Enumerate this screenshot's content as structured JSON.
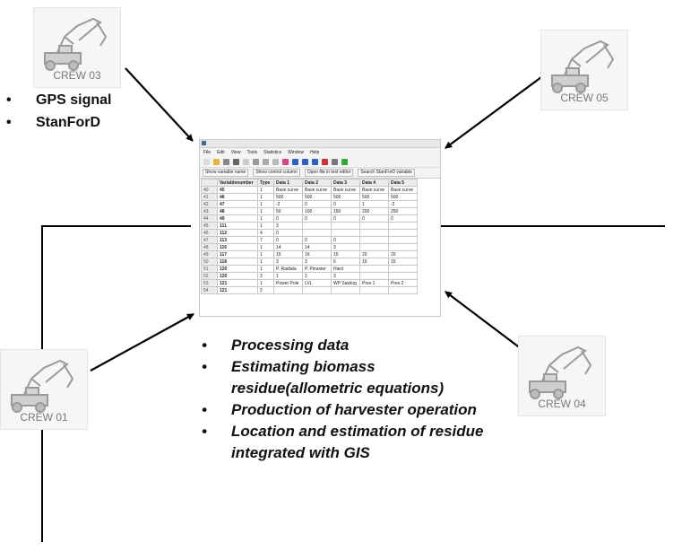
{
  "crews": {
    "crew03": {
      "label": "CREW 03",
      "icon": "harvester-icon"
    },
    "crew05": {
      "label": "CREW 05",
      "icon": "harvester-icon"
    },
    "crew01": {
      "label": "CREW 01",
      "icon": "harvester-icon"
    },
    "crew04": {
      "label": "CREW 04",
      "icon": "harvester-icon"
    }
  },
  "top_list": [
    "GPS signal",
    "StanForD"
  ],
  "bottom_list": [
    "Processing data",
    "Estimating biomass residue(allometric equations)",
    "Production of harvester operation",
    "Location and estimation of residue integrated with GIS"
  ],
  "app": {
    "menu": [
      "File",
      "Edit",
      "View",
      "Tools",
      "Statistics",
      "Window",
      "Help"
    ],
    "buttons": [
      "Show variable name",
      "Show control column",
      "Open file in text editor",
      "Search StanForD variable"
    ],
    "columns": [
      "",
      "Variablenumber",
      "Type",
      "Data 1",
      "Data 2",
      "Data 3",
      "Data 4",
      "Data 5"
    ],
    "rows": [
      [
        "40",
        "45",
        "1",
        "Base curve",
        "Base curve",
        "Base curve",
        "Base curve",
        "Base curve"
      ],
      [
        "41",
        "46",
        "1",
        "500",
        "500",
        "500",
        "500",
        "500"
      ],
      [
        "42",
        "47",
        "1",
        "-2",
        "0",
        "0",
        "1",
        "-2"
      ],
      [
        "43",
        "48",
        "1",
        "50",
        "100",
        "150",
        "200",
        "250"
      ],
      [
        "44",
        "49",
        "1",
        "0",
        "0",
        "0",
        "0",
        "0"
      ],
      [
        "45",
        "111",
        "1",
        "3",
        "",
        "",
        "",
        ""
      ],
      [
        "46",
        "112",
        "4",
        "0",
        "",
        "",
        "",
        ""
      ],
      [
        "47",
        "113",
        "7",
        "0",
        "0",
        "0",
        "",
        ""
      ],
      [
        "48",
        "116",
        "1",
        "14",
        "14",
        "3",
        "",
        ""
      ],
      [
        "49",
        "117",
        "1",
        "15",
        "16",
        "15",
        "20",
        "20"
      ],
      [
        "50",
        "118",
        "1",
        "3",
        "3",
        "6",
        "15",
        "15"
      ],
      [
        "51",
        "120",
        "1",
        "P. Radiata",
        "P. Pinaster",
        "Hard",
        "",
        ""
      ],
      [
        "52",
        "120",
        "3",
        "1",
        "2",
        "3",
        "",
        ""
      ],
      [
        "53",
        "121",
        "1",
        "Power Pole",
        "LVL",
        "WP Sawlog",
        "Pres 1",
        "Pres 2"
      ],
      [
        "54",
        "121",
        "2",
        "",
        "",
        "",
        "",
        ""
      ]
    ]
  }
}
